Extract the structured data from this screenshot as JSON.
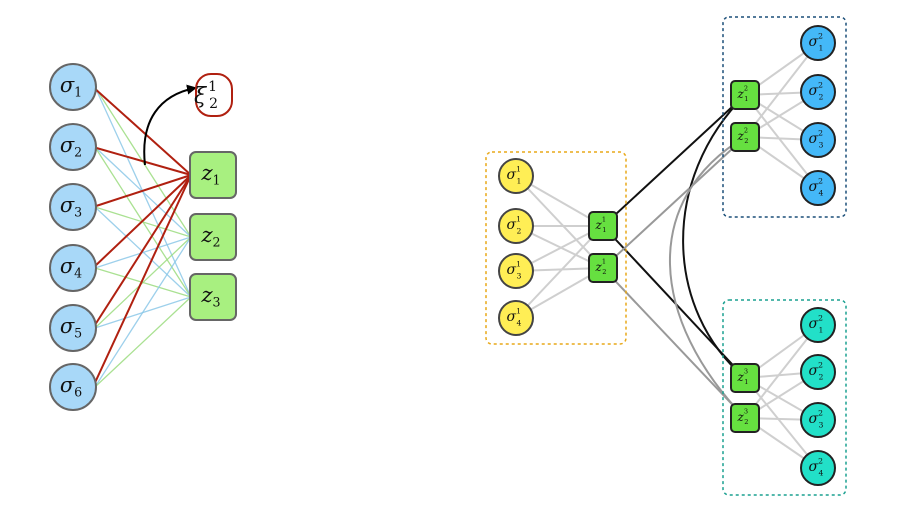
{
  "left_network": {
    "visible_nodes": [
      {
        "id": "s1",
        "label": "σ",
        "sub": "1"
      },
      {
        "id": "s2",
        "label": "σ",
        "sub": "2"
      },
      {
        "id": "s3",
        "label": "σ",
        "sub": "3"
      },
      {
        "id": "s4",
        "label": "σ",
        "sub": "4"
      },
      {
        "id": "s5",
        "label": "σ",
        "sub": "5"
      },
      {
        "id": "s6",
        "label": "σ",
        "sub": "6"
      }
    ],
    "hidden_nodes": [
      {
        "id": "z1",
        "label": "z",
        "sub": "1"
      },
      {
        "id": "z2",
        "label": "z",
        "sub": "2"
      },
      {
        "id": "z3",
        "label": "z",
        "sub": "3"
      }
    ],
    "pattern_node": {
      "id": "xi",
      "label": "ξ",
      "sub": "2",
      "sup": "1"
    }
  },
  "right_network": {
    "groups": [
      {
        "id": "g1",
        "visible": [
          {
            "label": "σ",
            "sub": "1",
            "sup": "1"
          },
          {
            "label": "σ",
            "sub": "2",
            "sup": "1"
          },
          {
            "label": "σ",
            "sub": "3",
            "sup": "1"
          },
          {
            "label": "σ",
            "sub": "4",
            "sup": "1"
          }
        ],
        "hidden": [
          {
            "label": "z",
            "sub": "1",
            "sup": "1"
          },
          {
            "label": "z",
            "sub": "2",
            "sup": "1"
          }
        ]
      },
      {
        "id": "g2",
        "visible": [
          {
            "label": "σ",
            "sub": "1",
            "sup": "2"
          },
          {
            "label": "σ",
            "sub": "2",
            "sup": "2"
          },
          {
            "label": "σ",
            "sub": "3",
            "sup": "2"
          },
          {
            "label": "σ",
            "sub": "4",
            "sup": "2"
          }
        ],
        "hidden": [
          {
            "label": "z",
            "sub": "1",
            "sup": "2"
          },
          {
            "label": "z",
            "sub": "2",
            "sup": "2"
          }
        ]
      },
      {
        "id": "g3",
        "visible": [
          {
            "label": "σ",
            "sub": "1",
            "sup": "2"
          },
          {
            "label": "σ",
            "sub": "2",
            "sup": "2"
          },
          {
            "label": "σ",
            "sub": "3",
            "sup": "2"
          },
          {
            "label": "σ",
            "sub": "4",
            "sup": "2"
          }
        ],
        "hidden": [
          {
            "label": "z",
            "sub": "1",
            "sup": "3"
          },
          {
            "label": "z",
            "sub": "2",
            "sup": "3"
          }
        ]
      }
    ]
  },
  "colors": {
    "visible_fill": "#a8d8f8",
    "hidden_fill": "#a8f080",
    "hidden_fill_bright": "#66e040",
    "group1_fill": "#ffee55",
    "group2_fill": "#44b8f8",
    "group3_fill": "#22e0c8",
    "highlight_edge": "#b02010",
    "group1_border": "#e8a818",
    "group2_border": "#1a4e78",
    "group3_border": "#1aa090"
  }
}
